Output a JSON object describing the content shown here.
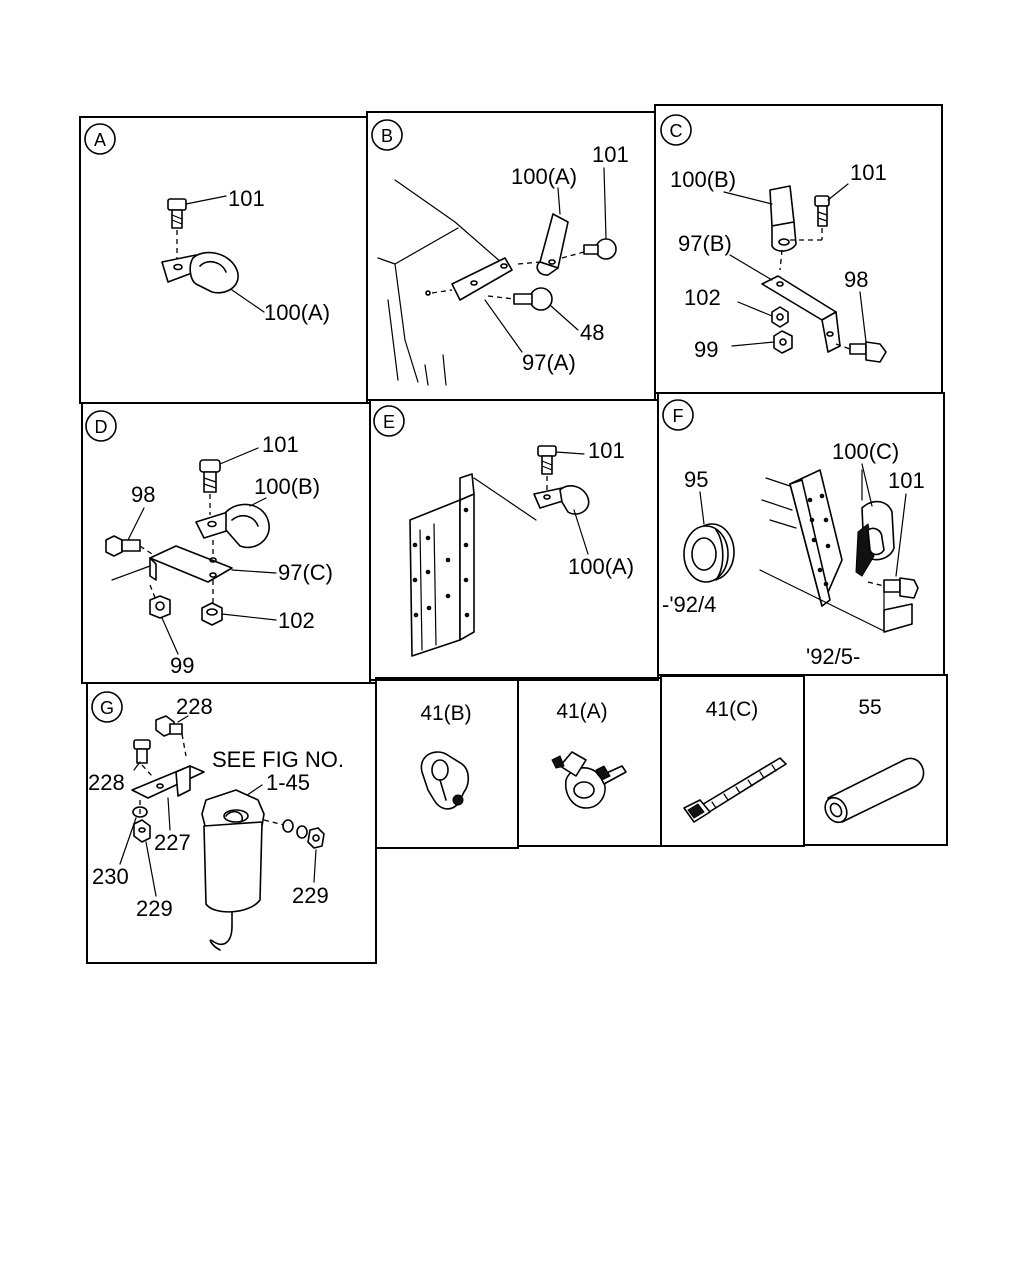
{
  "panels": {
    "A": {
      "letter": "A",
      "labels": {
        "l101": "101",
        "l100a": "100(A)"
      }
    },
    "B": {
      "letter": "B",
      "labels": {
        "l100a": "100(A)",
        "l101": "101",
        "l48": "48",
        "l97a": "97(A)"
      }
    },
    "C": {
      "letter": "C",
      "labels": {
        "l100b": "100(B)",
        "l101": "101",
        "l97b": "97(B)",
        "l98": "98",
        "l102": "102",
        "l99": "99"
      }
    },
    "D": {
      "letter": "D",
      "labels": {
        "l101": "101",
        "l100b": "100(B)",
        "l98": "98",
        "l97c": "97(C)",
        "l102": "102",
        "l99": "99"
      }
    },
    "E": {
      "letter": "E",
      "labels": {
        "l101": "101",
        "l100a": "100(A)"
      }
    },
    "F": {
      "letter": "F",
      "labels": {
        "l95": "95",
        "l100c": "100(C)",
        "l101": "101",
        "d1": "-'92/4",
        "d2": "'92/5-"
      }
    },
    "G": {
      "letter": "G",
      "labels": {
        "l228a": "228",
        "l228b": "228",
        "see": "SEE FIG NO.",
        "fig": "1-45",
        "l227": "227",
        "l230": "230",
        "l229a": "229",
        "l229b": "229"
      }
    }
  },
  "parts": [
    {
      "label": "41(B)"
    },
    {
      "label": "41(A)"
    },
    {
      "label": "41(C)"
    },
    {
      "label": "55"
    }
  ]
}
